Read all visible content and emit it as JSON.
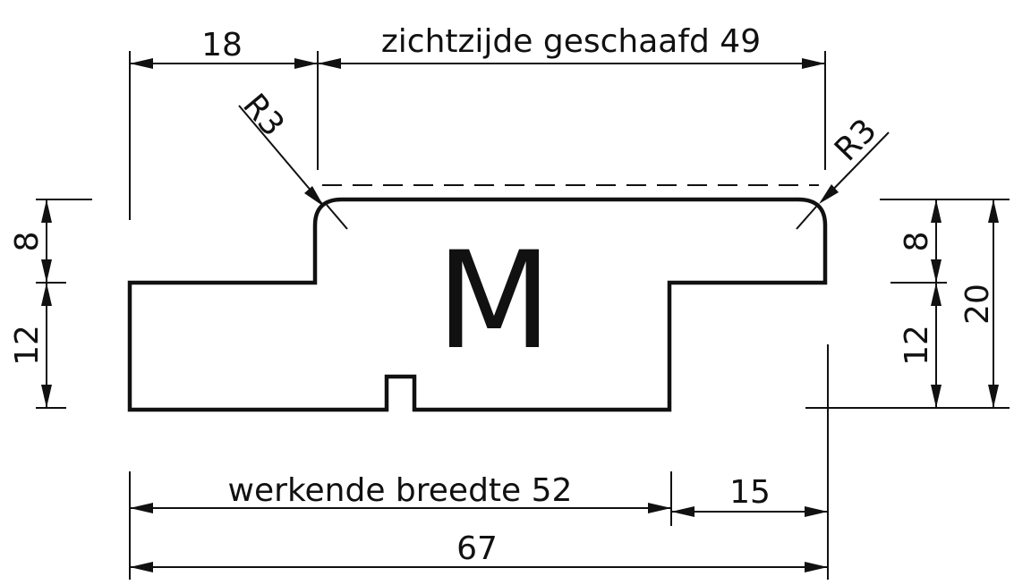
{
  "profile_letter": "M",
  "dimensions": {
    "top_left_width": "18",
    "visible_side": "zichtzijde geschaafd 49",
    "radius_left": "R3",
    "radius_right": "R3",
    "left_upper_height": "8",
    "left_lower_height": "12",
    "right_upper_height": "8",
    "right_lower_height": "12",
    "total_height": "20",
    "working_width": "werkende breedte  52",
    "tongue_width": "15",
    "total_width": "67"
  }
}
